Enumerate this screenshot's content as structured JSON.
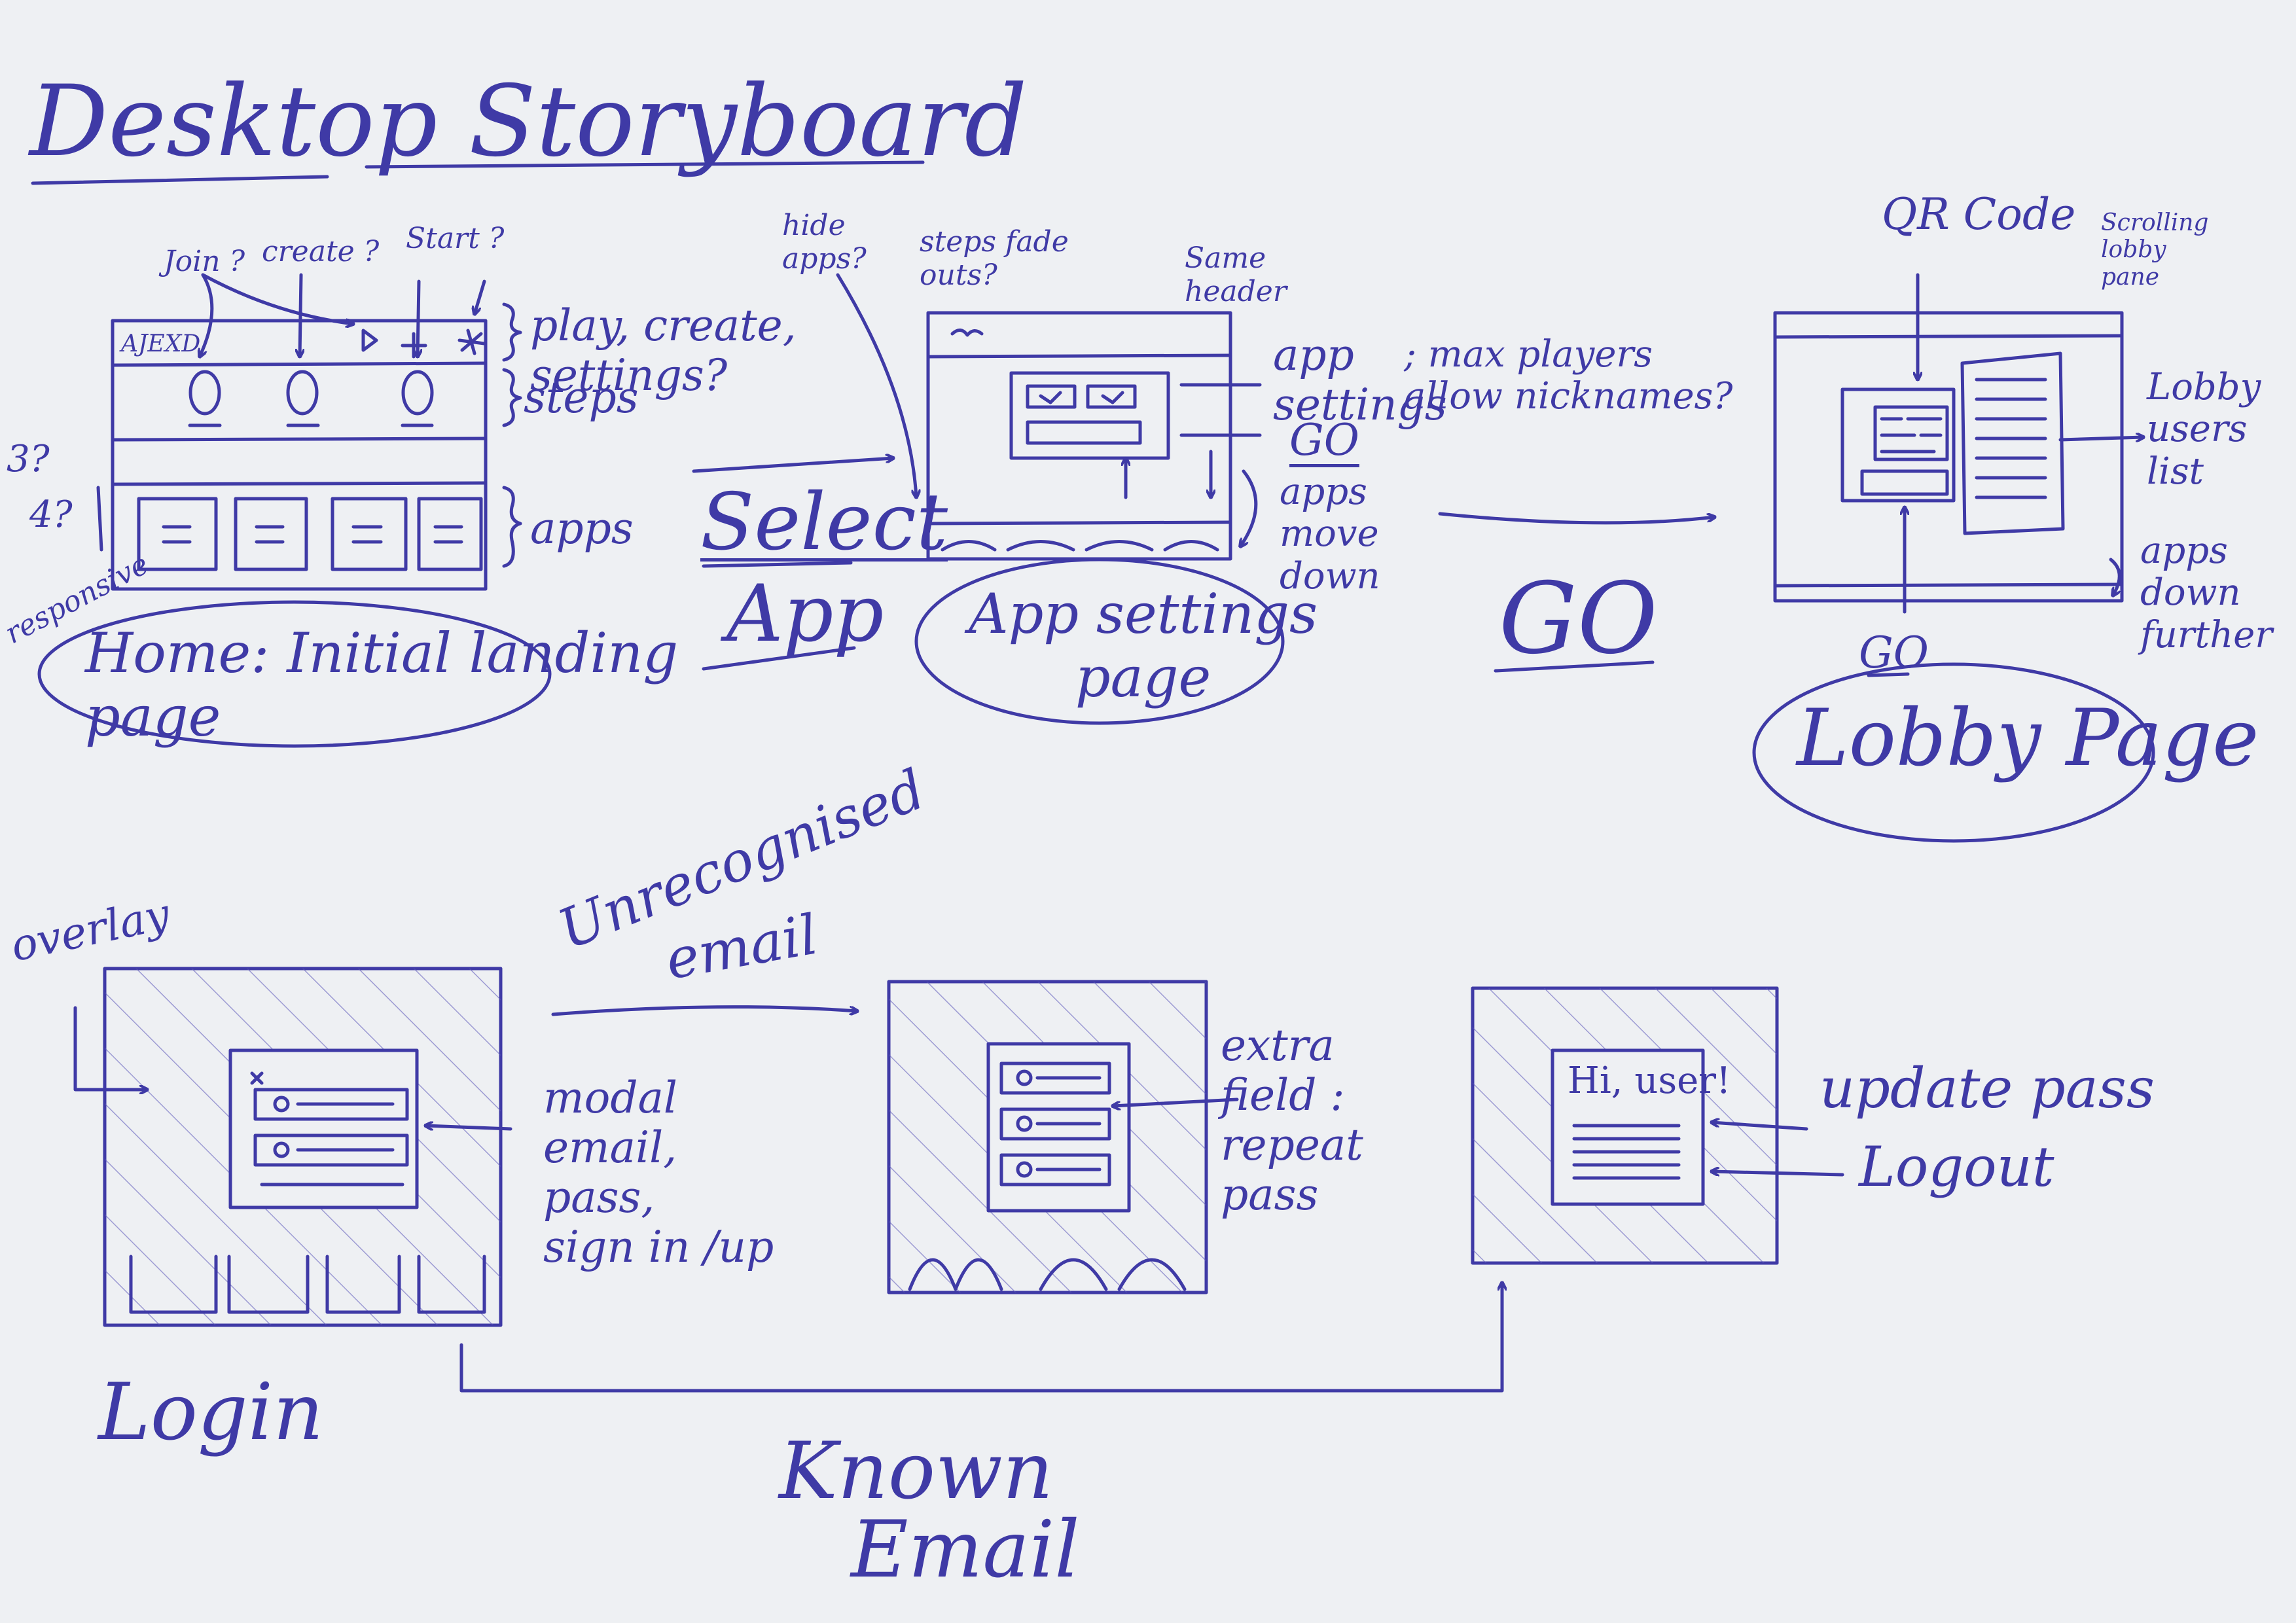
{
  "title": "Desktop Storyboard",
  "ink_color": "#3f3aa6",
  "paper_color": "#eef0f3",
  "home": {
    "annot_join": "Join ?",
    "annot_create": "create ?",
    "annot_start": "Start ?",
    "logo": "AJEXD",
    "note_header": "play, create,\nsettings?",
    "note_steps": "steps",
    "note_apps": "apps",
    "side_3": "3?",
    "side_4": "4?",
    "side_responsive": "responsive",
    "caption": "Home: Initial landing\npage"
  },
  "select_app": {
    "line1": "Select",
    "line2": "App"
  },
  "app_settings": {
    "annot_hide": "hide\napps?",
    "annot_fade": "steps fade\nouts?",
    "annot_header": "Same\nheader",
    "note_settings": "app\nsettings",
    "note_max": "; max players\nallow nicknames?",
    "note_go": "GO",
    "note_move": "apps\nmove\ndown",
    "caption": "App settings\npage"
  },
  "go_arrow_label": "GO",
  "lobby": {
    "annot_qr": "QR Code",
    "annot_scroll": "Scrolling\nlobby\npane",
    "note_users": "Lobby\nusers\nlist",
    "note_down": "apps\ndown\nfurther",
    "note_go": "GO",
    "caption": "Lobby Page"
  },
  "login": {
    "annot_overlay": "overlay",
    "note_modal": "modal\nemail,\npass,\nsign in /up",
    "caption": "Login"
  },
  "unrecognised": {
    "line1": "Unrecognised",
    "line2": "email"
  },
  "register": {
    "note": "extra\nfield :\nrepeat\npass"
  },
  "account": {
    "greeting": "Hi, user!",
    "note_update": "update pass",
    "note_logout": "Logout"
  },
  "known_email": {
    "line1": "Known",
    "line2": "Email"
  }
}
